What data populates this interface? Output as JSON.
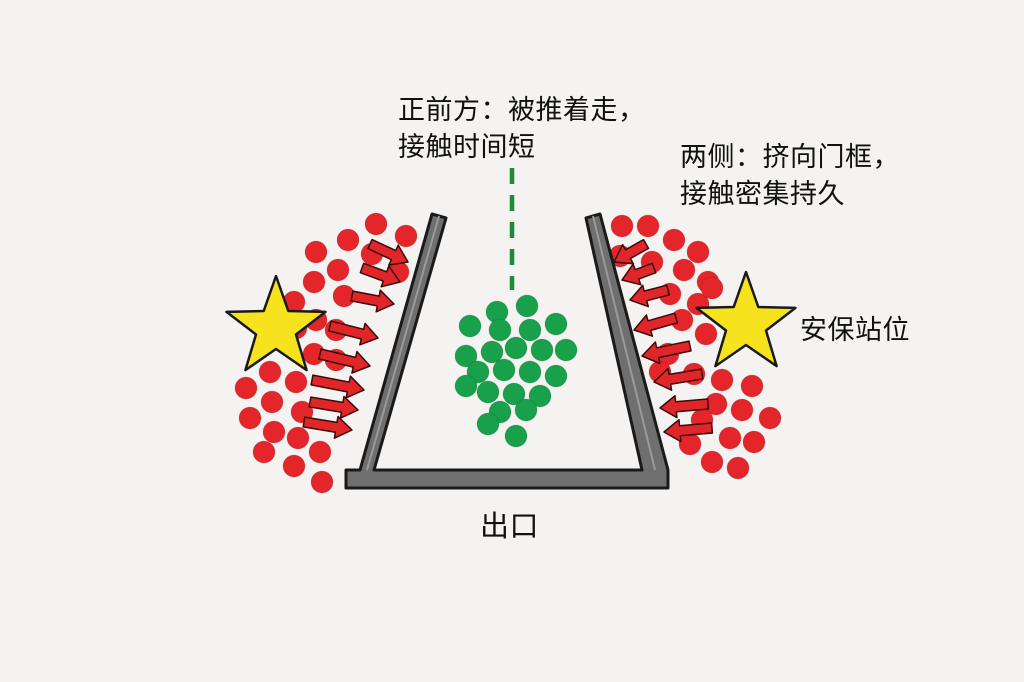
{
  "labels": {
    "front": {
      "line1": "正前方：被推着走，",
      "line2": "接触时间短"
    },
    "sides": {
      "line1": "两侧：挤向门框，",
      "line2": "接触密集持久"
    },
    "security": "安保站位",
    "exit": "出口"
  },
  "colors": {
    "frame": "#6f6f6f",
    "frame_outline": "#1a1a1a",
    "crowd_side": "#e4262b",
    "crowd_front": "#18a04b",
    "arrow": "#e1262a",
    "star": "#f6e21d",
    "dashed_line": "#1f8a3c"
  },
  "icons": {
    "star": "security-star-icon",
    "arrow": "push-arrow-icon"
  }
}
